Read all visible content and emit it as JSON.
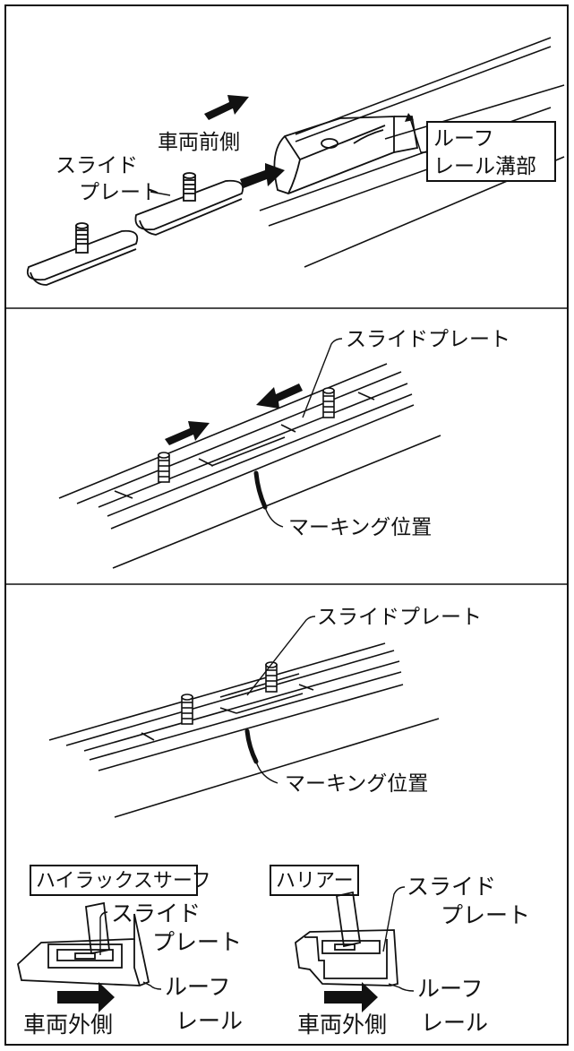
{
  "panel1": {
    "vehicle_front": "車両前側",
    "slide_plate_line1": "スライド",
    "slide_plate_line2": "プレート",
    "roof_groove_line1": "ルーフ",
    "roof_groove_line2": "レール溝部"
  },
  "panel2": {
    "slide_plate": "スライドプレート",
    "marking": "マーキング位置"
  },
  "panel3": {
    "slide_plate": "スライドプレート",
    "marking": "マーキング位置"
  },
  "panel4": {
    "left_title": "ハイラックスサーフ",
    "left_slide_line1": "スライド",
    "left_slide_line2": "プレート",
    "left_roof_line1": "ルーフ",
    "left_roof_line2": "レール",
    "left_outer": "車両外側",
    "right_title": "ハリアー",
    "right_slide_line1": "スライド",
    "right_slide_line2": "プレート",
    "right_roof_line1": "ルーフ",
    "right_roof_line2": "レール",
    "right_outer": "車両外側"
  }
}
